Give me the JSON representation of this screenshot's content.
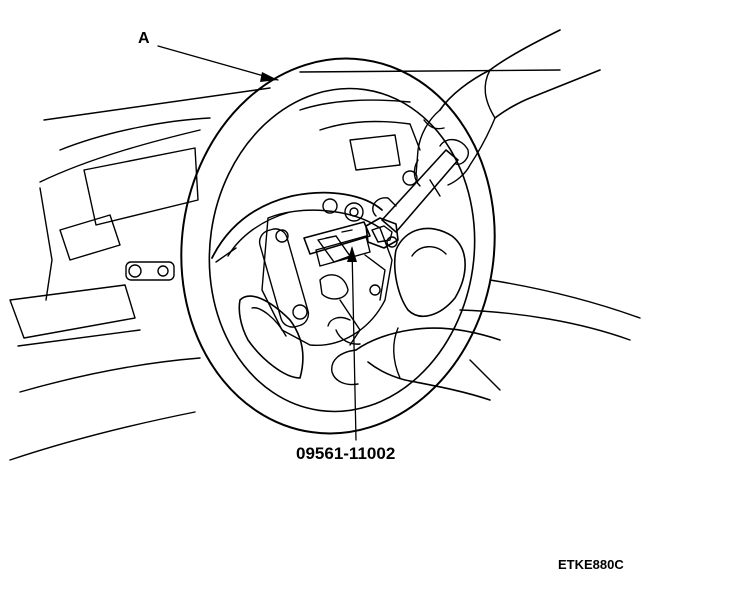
{
  "labels": {
    "part_a": "A",
    "tool_number": "09561-11002",
    "figure_ref": "ETKE880C"
  }
}
